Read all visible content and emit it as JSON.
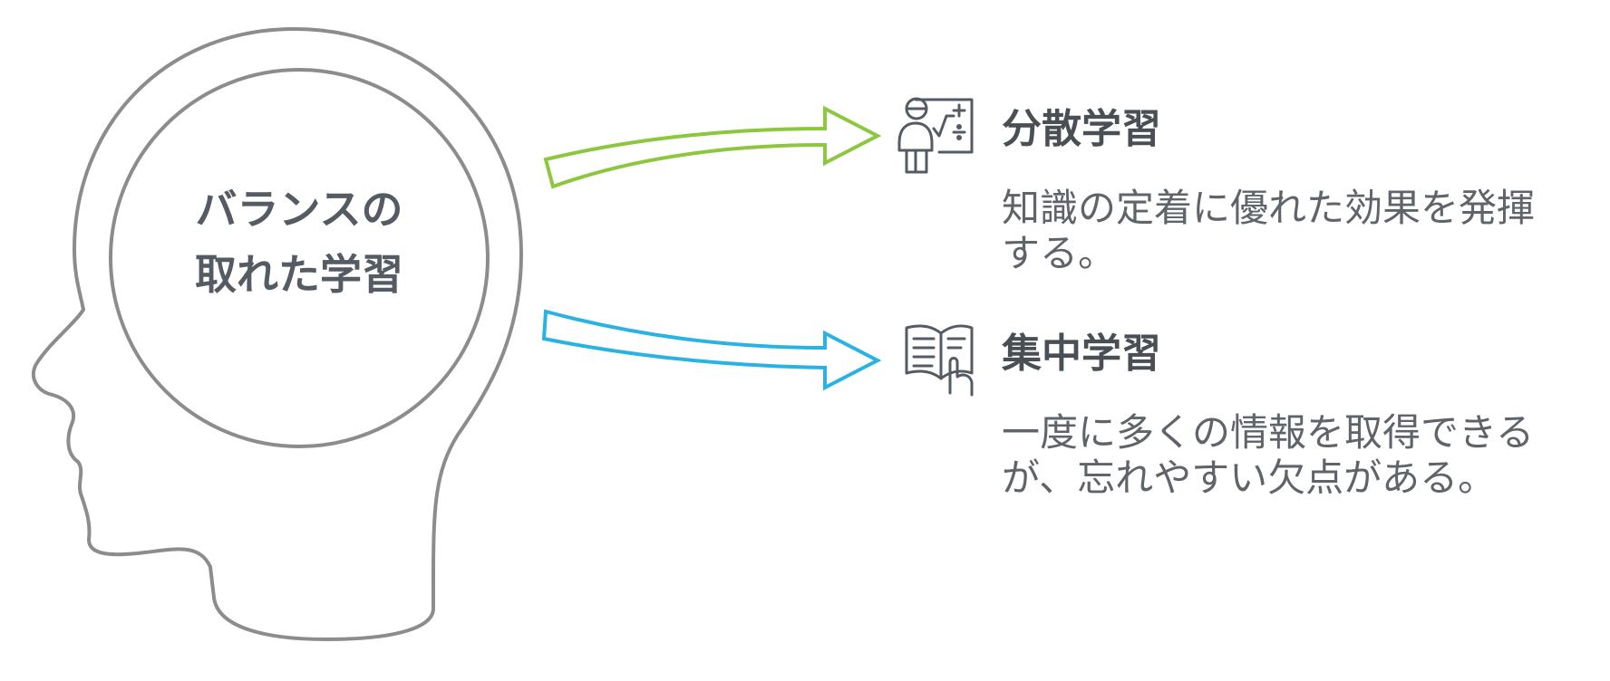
{
  "center": {
    "line1": "バランスの",
    "line2": "取れた学習"
  },
  "items": [
    {
      "title": "分散学習",
      "description": "知識の定着に優れた効果を発揮する。",
      "icon": "teacher-math-board-icon",
      "color": "#8dc63f"
    },
    {
      "title": "集中学習",
      "description": "一度に多くの情報を取得できるが、忘れやすい欠点がある。",
      "icon": "open-book-hand-icon",
      "color": "#29b3e3"
    }
  ],
  "colors": {
    "outline": "#8c8c8c",
    "text_dark": "#4a4f56",
    "text_body": "#5f646b"
  }
}
